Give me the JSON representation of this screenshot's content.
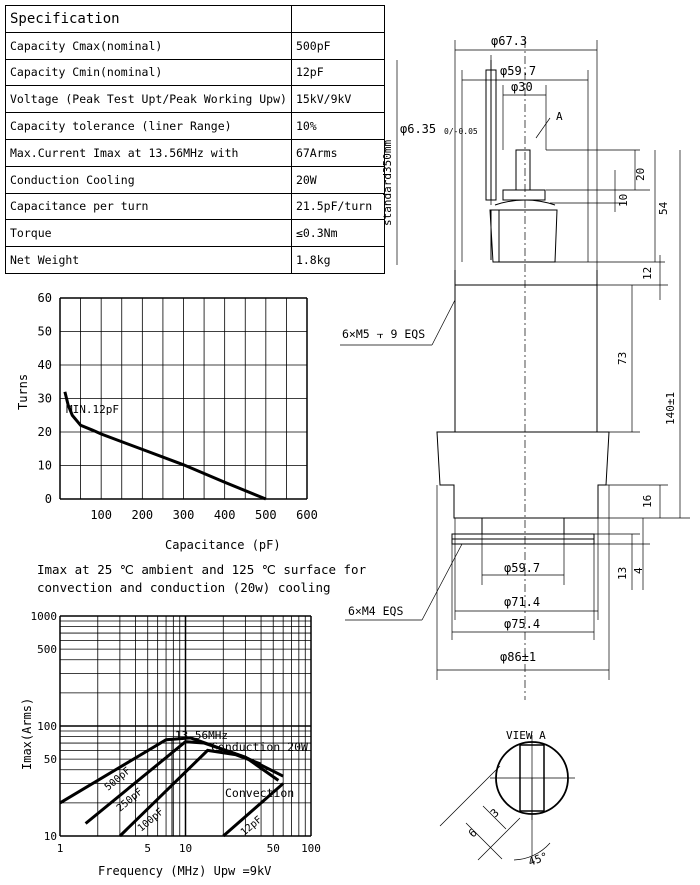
{
  "spec": {
    "title": "Specification",
    "rows": [
      {
        "label": "Capacity Cmax(nominal)",
        "value": "500pF"
      },
      {
        "label": "Capacity Cmin(nominal)",
        "value": "12pF"
      },
      {
        "label": "Voltage (Peak Test Upt/Peak Working Upw)",
        "value": "15kV/9kV"
      },
      {
        "label": "Capacity tolerance (liner Range)",
        "value": "10%"
      },
      {
        "label": "Max.Current Imax at 13.56MHz with",
        "value": "67Arms"
      },
      {
        "label": "Conduction Cooling",
        "value": "20W"
      },
      {
        "label": "Capacitance per turn",
        "value": "21.5pF/turn"
      },
      {
        "label": "Torque",
        "value": "≤0.3Nm"
      },
      {
        "label": "Net Weight",
        "value": "1.8kg"
      }
    ]
  },
  "note": {
    "line1": "Imax at 25 ℃ ambient and 125 ℃ surface for",
    "line2": "convection and conduction (20w) cooling"
  },
  "drawing": {
    "dims": {
      "d67": "φ67.3",
      "d59top": "φ59.7",
      "d30": "φ30",
      "shaft": "φ6.35",
      "shaft_tol": "0/-0.05",
      "view_label": "A",
      "std": "standard350mm",
      "d20": "20",
      "d10": "10",
      "d54": "54",
      "d12": "12",
      "d73": "73",
      "d140": "140±1",
      "d16": "16",
      "d13": "13",
      "d4": "4",
      "d59bot": "φ59.7",
      "d71": "φ71.4",
      "d75": "φ75.4",
      "d86": "φ86±1",
      "m5": "6×M5 ⫟ 9 EQS",
      "m4": "6×M4  EQS"
    },
    "view_a": {
      "title": "VIEW A",
      "d3": "3",
      "d6": "6",
      "angle": "45°"
    }
  },
  "chart_data": [
    {
      "type": "line",
      "xlabel": "Capacitance (pF)",
      "ylabel": "Turns",
      "xlim": [
        0,
        600
      ],
      "ylim": [
        0,
        60
      ],
      "x_ticks": [
        "100",
        "200",
        "300",
        "400",
        "500",
        "600"
      ],
      "y_ticks": [
        "0",
        "10",
        "20",
        "30",
        "40",
        "50",
        "60"
      ],
      "annotation": "MIN.12pF",
      "series": [
        {
          "x": [
            12,
            20,
            30,
            50,
            80,
            100,
            200,
            300,
            400,
            500
          ],
          "y": [
            32,
            28,
            25,
            22,
            20.5,
            19.4,
            14.8,
            10.2,
            5,
            0
          ]
        }
      ]
    },
    {
      "type": "line",
      "xlabel": "Frequency (MHz) Upw =9kV",
      "ylabel": "Imax(Arms)",
      "xscale": "log",
      "yscale": "log",
      "xlim": [
        1,
        100
      ],
      "ylim": [
        10,
        1000
      ],
      "x_ticks": [
        "1",
        "5",
        "10",
        "50",
        "100"
      ],
      "y_ticks": [
        "10",
        "50",
        "100",
        "500",
        "1000"
      ],
      "marker_label": "13.56MHz",
      "annotations": [
        "Conduction 20W",
        "Convection"
      ],
      "series": [
        {
          "name": "500pF",
          "x": [
            1,
            7,
            11,
            30,
            60
          ],
          "y": [
            20,
            75,
            78,
            52,
            35
          ]
        },
        {
          "name": "250pF",
          "x": [
            1.6,
            10,
            14,
            30,
            55
          ],
          "y": [
            13,
            72,
            70,
            52,
            32
          ]
        },
        {
          "name": "100pF",
          "x": [
            3,
            15,
            25,
            40
          ],
          "y": [
            10,
            60,
            55,
            45
          ]
        },
        {
          "name": "12pF",
          "x": [
            20,
            60
          ],
          "y": [
            10,
            30
          ]
        }
      ]
    }
  ]
}
